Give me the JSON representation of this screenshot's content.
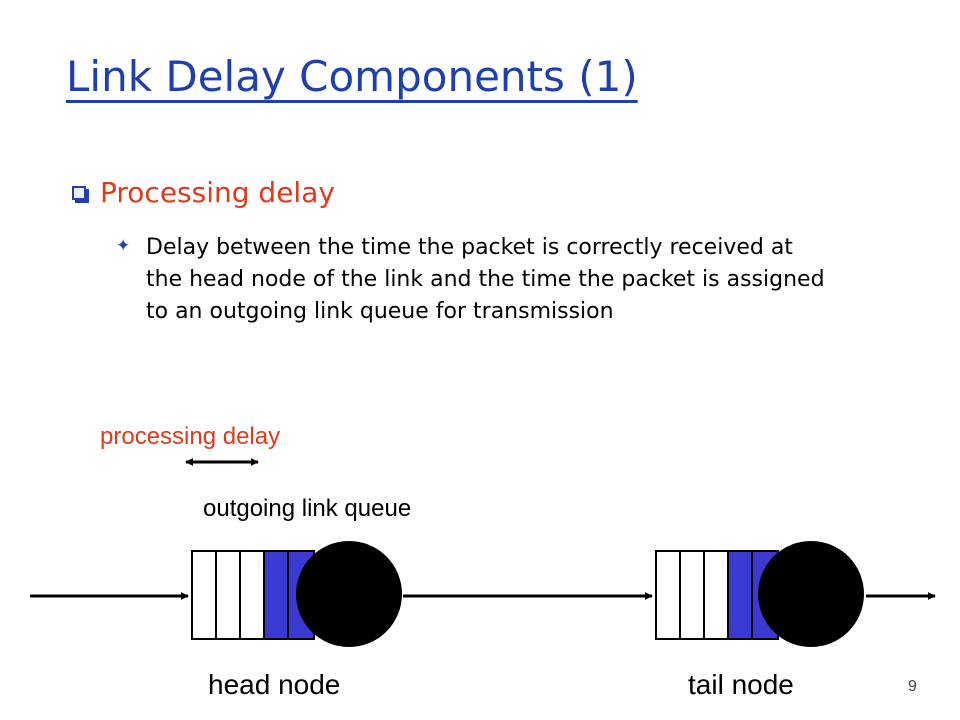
{
  "slide": {
    "title": "Link Delay Components (1)",
    "bullet_level1": "Processing delay",
    "bullet_level2": "Delay between the time the packet is correctly received at the head node of the link and the time the packet is assigned to an outgoing link queue for transmission",
    "page_number": "9"
  },
  "diagram": {
    "processing_delay_label": "processing delay",
    "queue_label": "outgoing link queue",
    "head_node_label": "head node",
    "tail_node_label": "tail node",
    "colors": {
      "title": "#1f3fb0",
      "accent_red": "#e03a1b",
      "queue_fill": "#3a3ad0",
      "node": "#000000"
    },
    "icons": {
      "bullet_level1": "checkbox-icon",
      "bullet_level2": "four-point-star-icon"
    }
  }
}
